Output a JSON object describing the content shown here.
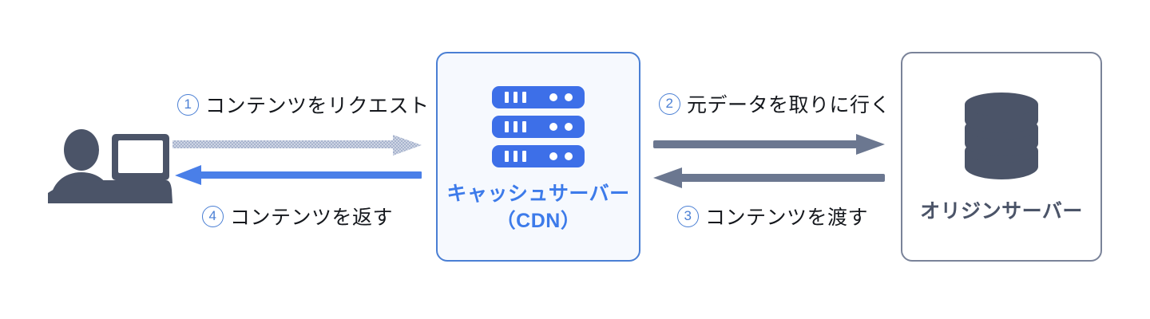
{
  "diagram": {
    "title": "CDN content delivery flow",
    "colors": {
      "accent_blue": "#3d7bea",
      "step_blue": "#4a7fd4",
      "slate": "#4b5468",
      "arrow_gray_blue": "#a8b4ce",
      "arrow_slate": "#6b7790",
      "cdn_fill": "#f6f9fe",
      "cdn_border": "#4a7fd4",
      "origin_border": "#7a8399"
    },
    "nodes": [
      {
        "id": "user",
        "icon": "user-with-laptop-icon",
        "label": ""
      },
      {
        "id": "cdn",
        "icon": "server-rack-icon",
        "label_line1": "キャッシュサーバー",
        "label_line2": "（CDN）"
      },
      {
        "id": "origin",
        "icon": "database-cylinder-icon",
        "label_line1": "オリジンサーバー"
      }
    ],
    "steps": [
      {
        "number": "①",
        "label": "コンテンツをリクエスト",
        "direction": "right",
        "arrow_style": "dotted-gray-blue"
      },
      {
        "number": "②",
        "label": "元データを取りに行く",
        "direction": "right",
        "arrow_style": "solid-slate"
      },
      {
        "number": "③",
        "label": "コンテンツを渡す",
        "direction": "left",
        "arrow_style": "solid-slate"
      },
      {
        "number": "④",
        "label": "コンテンツを返す",
        "direction": "left",
        "arrow_style": "solid-blue"
      }
    ]
  }
}
